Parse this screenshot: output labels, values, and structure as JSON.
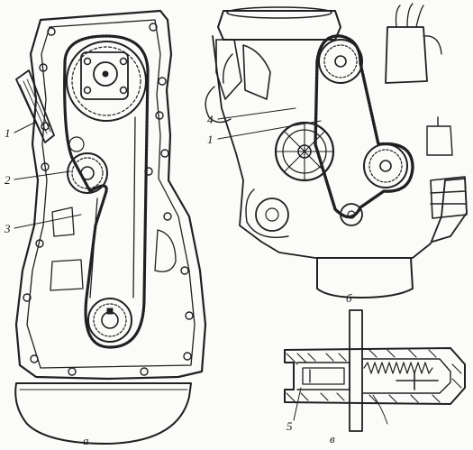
{
  "figure": {
    "panels": [
      {
        "id": "a",
        "letter": "а"
      },
      {
        "id": "b",
        "letter": "б"
      },
      {
        "id": "v",
        "letter": "в"
      }
    ],
    "callouts": {
      "a": [
        "1",
        "2",
        "3"
      ],
      "b": [
        "4",
        "1"
      ],
      "v": [
        "5"
      ]
    }
  }
}
